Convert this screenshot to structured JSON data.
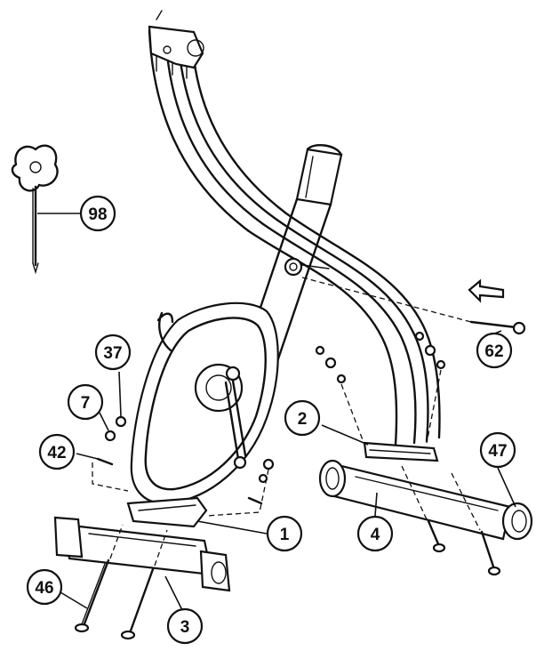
{
  "callouts": [
    {
      "id": "98",
      "label": "98"
    },
    {
      "id": "37",
      "label": "37"
    },
    {
      "id": "7",
      "label": "7"
    },
    {
      "id": "42",
      "label": "42"
    },
    {
      "id": "2",
      "label": "2"
    },
    {
      "id": "47",
      "label": "47"
    },
    {
      "id": "62",
      "label": "62"
    },
    {
      "id": "1",
      "label": "1"
    },
    {
      "id": "4",
      "label": "4"
    },
    {
      "id": "46",
      "label": "46"
    },
    {
      "id": "3",
      "label": "3"
    }
  ],
  "icons": {
    "wrench": "allen-wrench-icon",
    "arrow": "direction-arrow-icon"
  },
  "colors": {
    "line": "#111111",
    "background": "#ffffff"
  }
}
